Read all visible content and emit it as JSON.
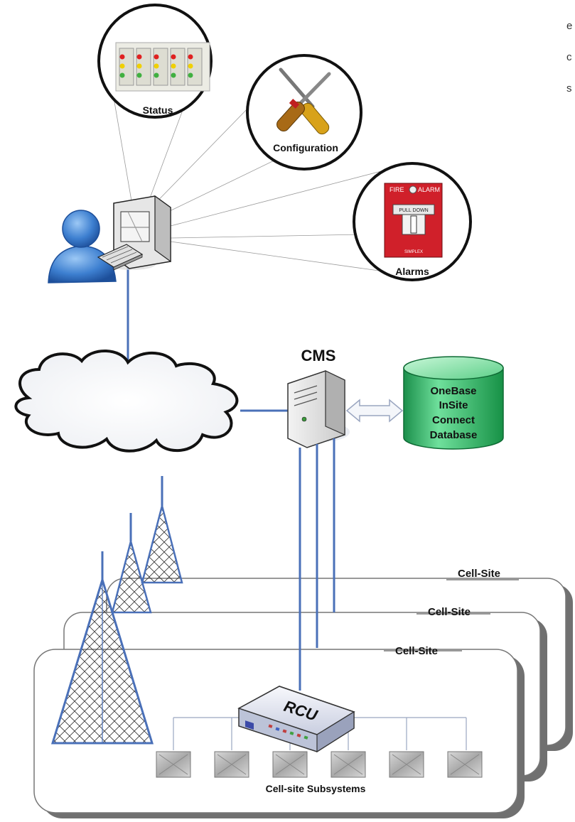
{
  "side_text": [
    "e",
    "c",
    "s"
  ],
  "callouts": {
    "status": "Status",
    "configuration": "Configuration",
    "alarms": "Alarms"
  },
  "alarm_box": {
    "fire": "FIRE",
    "alarm": "ALARM",
    "pull": "PULL DOWN",
    "brand": "SIMPLEX"
  },
  "cms_label": "CMS",
  "database": {
    "line1": "OneBase",
    "line2": "InSite",
    "line3": "Connect",
    "line4": "Database"
  },
  "cell_sites": [
    "Cell-Site",
    "Cell-Site",
    "Cell-Site"
  ],
  "rcu_label": "RCU",
  "subsystems_label": "Cell-site Subsystems",
  "colors": {
    "link_blue": "#4a70b8",
    "db_green": "#22a85a",
    "user_blue": "#3d7fd0",
    "alarm_red": "#d0202a"
  }
}
